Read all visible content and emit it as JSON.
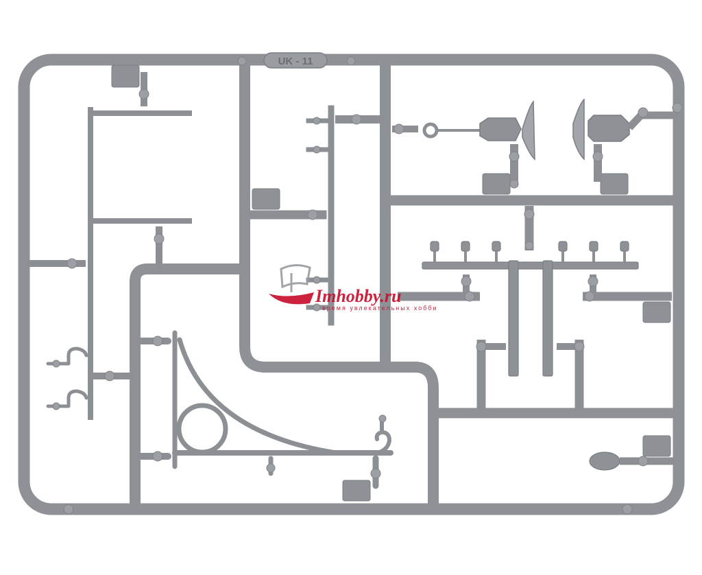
{
  "sprue": {
    "code": "UK - 11",
    "colors": {
      "plastic": "#8e9296",
      "plastic_dark": "#6f7377",
      "plastic_light": "#b3b6b9",
      "background": "#ffffff"
    }
  },
  "watermark": {
    "brand": "Imhobby.ru",
    "tagline": "время увлекательных хобби",
    "colors": {
      "brand": "#c8102e",
      "logo": "#9a9ea3"
    }
  }
}
